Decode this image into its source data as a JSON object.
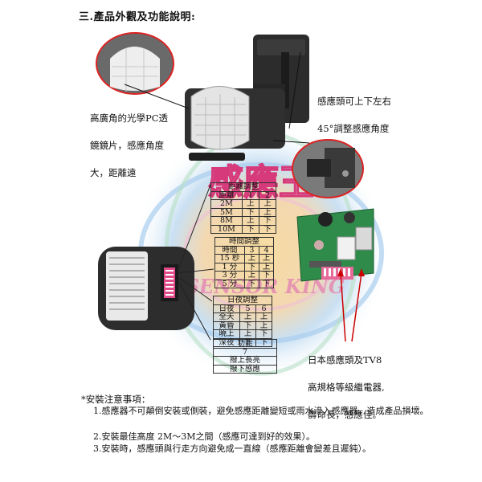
{
  "heading": "三.產品外觀及功能說明:",
  "logo": {
    "chinese_text": "感應王",
    "english_text": "SENSOR KING",
    "colors": {
      "chinese": "#d63a7a",
      "english": "#d94b8a",
      "ring": "#b6d6f2",
      "core": "#f4d49a"
    }
  },
  "callouts": {
    "lens_lines": [
      "高廣角的光學PC透",
      "鏡鏡片，感應角度",
      "大，距離遠"
    ],
    "angle_lines": [
      "感應頭可上下左右",
      "45°調整感應角度"
    ],
    "relay_lines": [
      "日本感應頭及TV8",
      "高規格等級繼電器,",
      "壽命長，感應佳。"
    ]
  },
  "distance_table": {
    "title": "距離調整",
    "header": [
      "距離",
      "1",
      "2"
    ],
    "rows": [
      [
        "2M",
        "上",
        "上"
      ],
      [
        "5M",
        "下",
        "上"
      ],
      [
        "8M",
        "上",
        "下"
      ],
      [
        "10M",
        "下",
        "下"
      ]
    ]
  },
  "time_table": {
    "title": "時間調整",
    "header": [
      "時間",
      "3",
      "4"
    ],
    "rows": [
      [
        "15 秒",
        "上",
        "上"
      ],
      [
        "1 分",
        "下",
        "上"
      ],
      [
        "3 分",
        "上",
        "下"
      ],
      [
        "5 分",
        "下",
        "下"
      ]
    ]
  },
  "daynight_table": {
    "title": "日夜調整",
    "header": [
      "日夜",
      "5",
      "6"
    ],
    "rows": [
      [
        "全天",
        "上",
        "上"
      ],
      [
        "黃昏",
        "下",
        "上"
      ],
      [
        "曉上",
        "上",
        "下"
      ],
      [
        "深夜",
        "下",
        "下"
      ]
    ]
  },
  "function_table": {
    "title": "功能",
    "header": "7",
    "rows": [
      "撥上長亮",
      "撥下感應"
    ]
  },
  "notes": {
    "title": "*安裝注意事項：",
    "items": [
      "1.感應器不可顛倒安裝或側裝，避免感應距離變短或雨水滲入感應器，造成產品損壞。",
      "2.安裝最佳高度 2M～3M之間（感應可達到好的效果）。",
      "3.安裝時，感應頭與行走方向避免成一直線（感應距離會變差且遲鈍）。"
    ]
  }
}
